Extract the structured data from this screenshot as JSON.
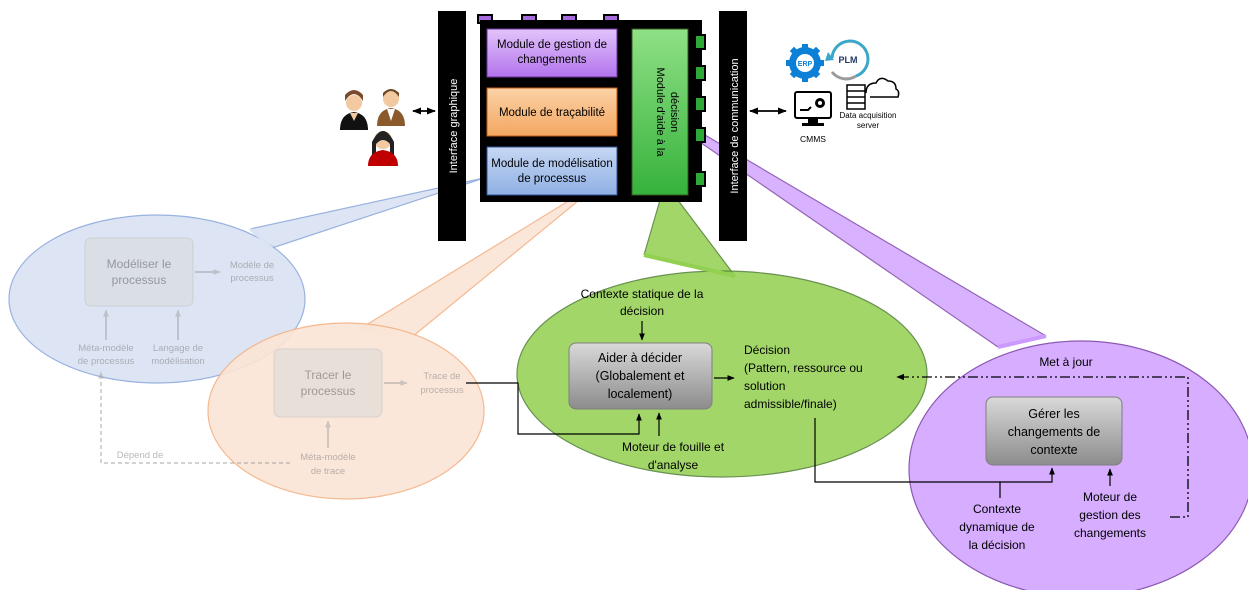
{
  "architecture": {
    "graphical_interface": "Interface graphique",
    "communication_interface": "Interface de communication",
    "change_module": [
      "Module de gestion de",
      "changements"
    ],
    "traceability_module": "Module de traçabilité",
    "process_module": [
      "Module de modélisation",
      "de processus"
    ],
    "decision_module": [
      "Module d'aide à la",
      "décision"
    ]
  },
  "external_systems": {
    "erp": "ERP",
    "plm": "PLM",
    "cmms": "CMMS",
    "data_server": [
      "Data acquisition",
      "server"
    ]
  },
  "process_bubble": {
    "activity": [
      "Modéliser le",
      "processus"
    ],
    "output": [
      "Modèle de",
      "processus"
    ],
    "meta": [
      "Méta-modèle",
      "de processus"
    ],
    "language": [
      "Langage de",
      "modélisation"
    ],
    "depends": "Dépend de"
  },
  "trace_bubble": {
    "activity": [
      "Tracer le",
      "processus"
    ],
    "output": [
      "Trace de",
      "processus"
    ],
    "meta": [
      "Méta-modèle",
      "de trace"
    ]
  },
  "decision_bubble": {
    "context": [
      "Contexte statique de la",
      "décision"
    ],
    "activity": [
      "Aider à décider",
      "(Globalement et",
      "localement)"
    ],
    "output": [
      "Décision",
      "(Pattern, ressource ou",
      "solution",
      "admissible/finale)"
    ],
    "engine": [
      "Moteur de fouille et",
      "d'analyse"
    ]
  },
  "change_bubble": {
    "updates": "Met à jour",
    "activity": [
      "Gérer les",
      "changements de",
      "contexte"
    ],
    "context": [
      "Contexte",
      "dynamique de",
      "la décision"
    ],
    "engine": [
      "Moteur de",
      "gestion des",
      "changements"
    ]
  },
  "colors": {
    "blue": "#dae3f3",
    "orange": "#fbe5d6",
    "green": "#92d050",
    "purple": "#cc99ff",
    "dark": "#000000"
  }
}
